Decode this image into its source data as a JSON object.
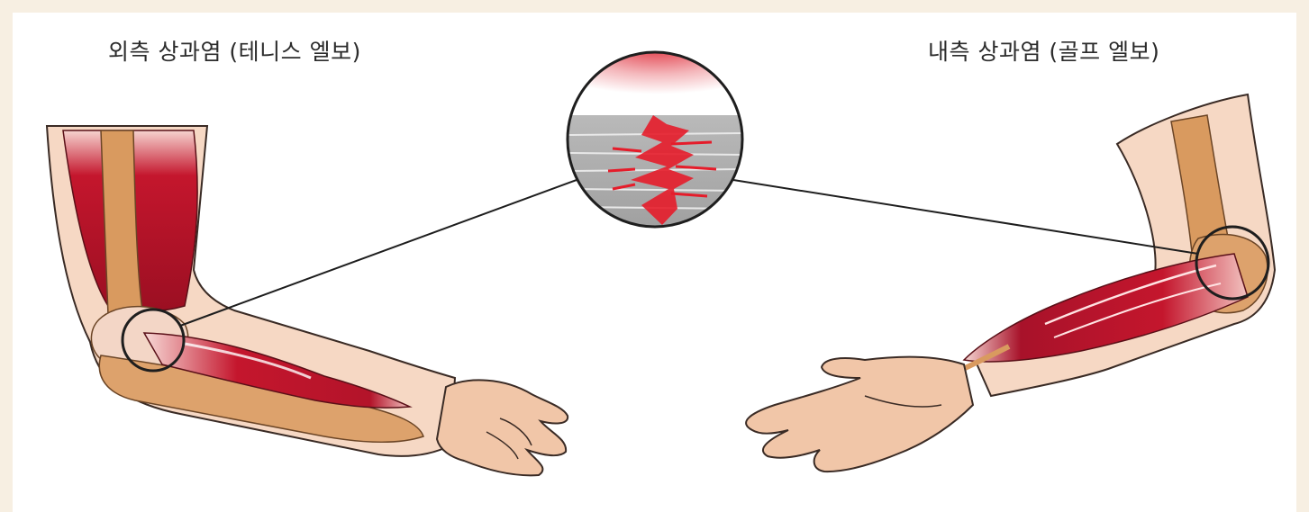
{
  "labels": {
    "left": "외측 상과염 (테니스 엘보)",
    "right": "내측 상과염 (골프 엘보)"
  },
  "colors": {
    "page_background": "#f7efe2",
    "panel_background": "#ffffff",
    "skin": "#f1c6a8",
    "muscle": "#c4162d",
    "bone_tendon": "#d99a5f",
    "outline": "#2a2a2a",
    "tear_highlight": "#e51c2a"
  },
  "icons": {
    "left_arm": "lateral-epicondylitis-arm-illustration",
    "right_arm": "medial-epicondylitis-arm-illustration",
    "zoom": "tendon-tear-magnified-icon"
  }
}
